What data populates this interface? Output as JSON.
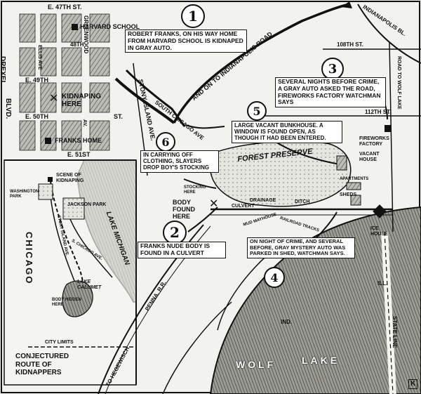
{
  "streets": {
    "s47": "E. 47TH ST.",
    "s49": "E. 49TH",
    "s50": "E. 50TH",
    "s51": "E. 51ST",
    "s48": "48TH",
    "s50b": "ST.",
    "ellis": "ELLIS AVE",
    "greenwood": "GREENWOOD",
    "drexel": "DREXEL",
    "blvd": "BLVD.",
    "stony": "STONY ISLAND AVE.",
    "south_chicago": "SOUTH CHICAGO AVE",
    "indy_road": "AND ON TO INDIANAPOLIS ROAD",
    "indy_blvd": "INDIANAPOLIS BL.",
    "s108": "108TH ST.",
    "wolf_lake_rd": "ROAD TO WOLF LAKE",
    "s112": "112TH ST.",
    "ave": "AVE.",
    "av": "AV."
  },
  "places": {
    "harvard_school": "HARVARD SCHOOL",
    "kidnaping": "KIDNAPING HERE",
    "franks_home": "FRANKS HOME",
    "forest_preserve": "FOREST PRESERVE",
    "fireworks": "FIREWORKS FACTORY",
    "vacant_house": "VACANT HOUSE",
    "apartments": "APARTMENTS",
    "sheds": "SHEDS",
    "ice_house": "ICE HOUSE",
    "body_found": "BODY FOUND HERE",
    "stocking": "STOCKING HERE",
    "culvert": "CULVERT",
    "ditch": "DITCH",
    "drainage": "DRAINAGE",
    "mud_mayhouse": "MUD MAYHOUSE",
    "railroad_tracks": "RAILROAD TRACKS",
    "penna": "PENNA. R.R.",
    "hegewisch": "TO HEGEWISCH",
    "state_line": "STATE LINE",
    "ill": "ILL.",
    "ind": "IND.",
    "wolf": "WOLF",
    "lake": "LAKE"
  },
  "callouts": {
    "c1": {
      "num": "1",
      "text": "ROBERT FRANKS, ON HIS WAY HOME FROM HARVARD SCHOOL IS KIDNAPED IN GRAY AUTO."
    },
    "c2": {
      "num": "2",
      "text": "FRANKS NUDE BODY IS FOUND IN A CULVERT"
    },
    "c3": {
      "num": "3",
      "text": "SEVERAL NIGHTS BEFORE CRIME, A GRAY AUTO ASKED THE ROAD, FIREWORKS FACTORY WATCHMAN SAYS"
    },
    "c4": {
      "num": "4",
      "text": "ON NIGHT OF CRIME, AND SEVERAL BEFORE, GRAY MYSTERY AUTO WAS PARKED IN SHED, WATCHMAN SAYS."
    },
    "c5": {
      "num": "5",
      "text": "LARGE VACANT BUNKHOUSE. A WINDOW IS FOUND OPEN, AS THOUGH IT HAD BEEN ENTERED."
    },
    "c6": {
      "num": "6",
      "text": "IN CARRYING OFF CLOTHING, SLAYERS DROP BOY'S STOCKING"
    }
  },
  "inset": {
    "scene": "SCENE OF KIDNAPING",
    "washington": "WASHINGTON PARK",
    "jackson": "JACKSON PARK",
    "stony": "STONY ISLAND AVE.",
    "chicago_ave": "S. CHICAGO AVE.",
    "lake_michigan": "LAKE MICHIGAN",
    "chicago": "CHICAGO",
    "lake_calumet": "LAKE CALUMET",
    "body_hidden": "BODY HIDDEN HERE",
    "city_limits": "CITY LIMITS",
    "route": "CONJECTURED ROUTE OF KIDNAPPERS"
  },
  "corner_mark": "K"
}
